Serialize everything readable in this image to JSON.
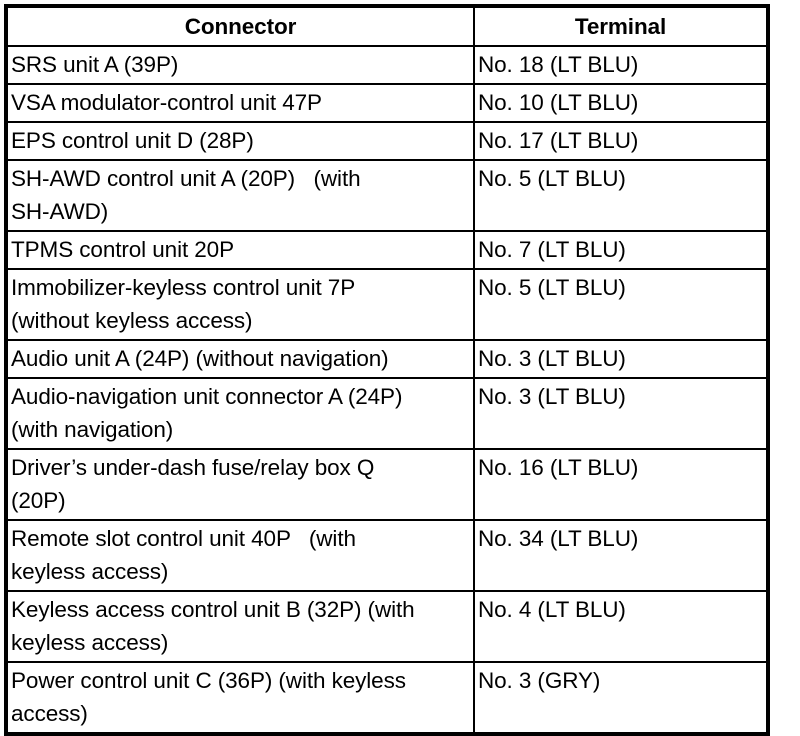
{
  "table": {
    "name": "connector-terminal-table",
    "headers": {
      "connector": "Connector",
      "terminal": "Terminal"
    },
    "rows": [
      {
        "connector": "SRS unit A (39P)",
        "terminal": "No. 18 (LT BLU)",
        "lines": 1
      },
      {
        "connector": "VSA modulator-control unit 47P",
        "terminal": "No. 10 (LT BLU)",
        "lines": 1
      },
      {
        "connector": "EPS control unit D (28P)",
        "terminal": "No. 17 (LT BLU)",
        "lines": 1
      },
      {
        "connector": "SH-AWD control unit A (20P)   (with\nSH-AWD)",
        "terminal": "No. 5 (LT BLU)",
        "lines": 2
      },
      {
        "connector": "TPMS control unit 20P",
        "terminal": "No. 7 (LT BLU)",
        "lines": 1
      },
      {
        "connector": "Immobilizer-keyless control unit 7P\n(without keyless access)",
        "terminal": "No. 5 (LT BLU)",
        "lines": 2
      },
      {
        "connector": "Audio unit A (24P) (without navigation)",
        "terminal": "No. 3 (LT BLU)",
        "lines": 1
      },
      {
        "connector": "Audio-navigation unit connector A (24P)\n(with navigation)",
        "terminal": "No. 3 (LT BLU)",
        "lines": 2
      },
      {
        "connector": "Driver’s under-dash fuse/relay box Q\n(20P)",
        "terminal": "No. 16 (LT BLU)",
        "lines": 2
      },
      {
        "connector": "Remote slot control unit 40P   (with\nkeyless access)",
        "terminal": "No. 34 (LT BLU)",
        "lines": 2
      },
      {
        "connector": "Keyless access control unit B (32P) (with\nkeyless access)",
        "terminal": "No. 4 (LT BLU)",
        "lines": 2
      },
      {
        "connector": "Power control unit C (36P) (with keyless\naccess)",
        "terminal": "No. 3 (GRY)",
        "lines": 2
      }
    ]
  },
  "colors": {
    "border": "#000000",
    "text": "#000000",
    "background": "#ffffff"
  }
}
